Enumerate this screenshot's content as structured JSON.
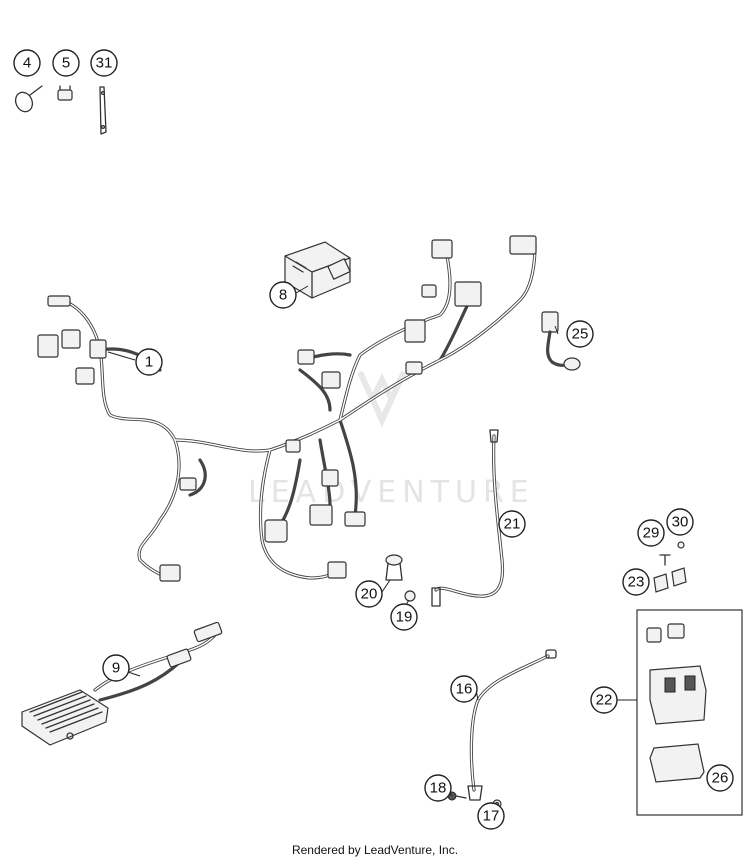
{
  "callouts": {
    "c1": "1",
    "c4": "4",
    "c5": "5",
    "c8": "8",
    "c9": "9",
    "c16": "16",
    "c17": "17",
    "c18": "18",
    "c19": "19",
    "c20": "20",
    "c21": "21",
    "c22": "22",
    "c23": "23",
    "c25": "25",
    "c26": "26",
    "c29": "29",
    "c30": "30",
    "c31": "31"
  },
  "watermark": "LEADVENTURE",
  "footer": "Rendered by LeadVenture, Inc."
}
